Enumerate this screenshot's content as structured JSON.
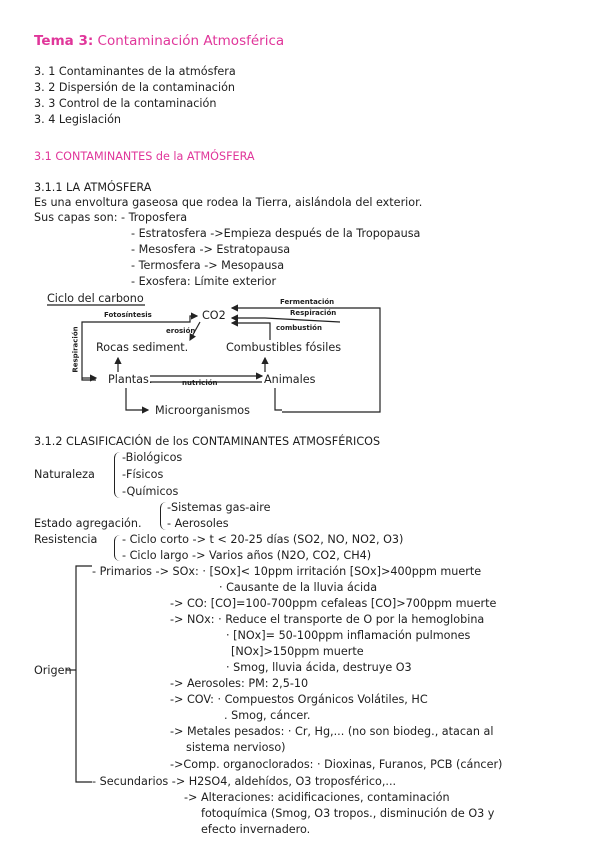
{
  "header": {
    "prefix": "Tema 3:",
    "title": "Contaminación Atmosférica"
  },
  "index": [
    "3. 1 Contaminantes de la atmósfera",
    "3. 2 Dispersión de la contaminación",
    "3. 3 Control de la contaminación",
    "3. 4 Legislación"
  ],
  "section1": {
    "heading": "3.1 CONTAMINANTES de la ATMÓSFERA",
    "sub": "3.1.1 LA ATMÓSFERA",
    "intro": "Es una envoltura gaseosa que rodea la Tierra, aislándola del exterior.",
    "layers_label": "Sus capas son: - Troposfera",
    "layers": [
      "- Estratosfera ->Empieza después de la Tropopausa",
      "- Mesosfera -> Estratopausa",
      "- Termosfera -> Mesopausa",
      "- Exosfera: Límite exterior"
    ]
  },
  "carbon_cycle": {
    "title": "Ciclo del carbono",
    "co2": "CO2",
    "rocks": "Rocas sediment.",
    "fuels": "Combustibles fósiles",
    "plants": "Plantas.",
    "animals": "Animales",
    "micro": "Microorganismos",
    "fotosintesis": "Fotosíntesis",
    "respiracion_left": "Respiración",
    "erosion": "erosión",
    "combustion": "combustión",
    "fermentacion": "Fermentación",
    "respiracion_right": "Respiración",
    "nutricion": "nutrición"
  },
  "section2": {
    "heading": "3.1.2 CLASIFICACIÓN de los CONTAMINANTES ATMOSFÉRICOS",
    "naturaleza": {
      "label": "Naturaleza",
      "items": [
        "-Biológicos",
        "-Físicos",
        "-Químicos"
      ]
    },
    "estado": {
      "label": "Estado agregación.",
      "items": [
        "-Sistemas gas-aire",
        "- Aerosoles"
      ]
    },
    "resistencia": {
      "label": "Resistencia",
      "items": [
        "- Ciclo corto -> t < 20-25 días (SO2, NO, NO2, O3)",
        "- Ciclo largo -> Varios años (N2O, CO2, CH4)"
      ]
    },
    "origen": {
      "label": "Origen",
      "lines": [
        "- Primarios -> SOx: · [SOx]< 10ppm irritación [SOx]>400ppm muerte",
        "· Causante de la lluvia ácida",
        "-> CO: [CO]=100-700ppm cefaleas [CO]>700ppm muerte",
        "-> NOx: · Reduce el transporte de O por la hemoglobina",
        "· [NOx]= 50-100ppm inflamación pulmones",
        "[NOx]>150ppm muerte",
        "· Smog, lluvia ácida, destruye O3",
        "-> Aerosoles: PM: 2,5-10",
        "-> COV: · Compuestos Orgánicos Volátiles, HC",
        ". Smog, cáncer.",
        "-> Metales pesados: · Cr, Hg,... (no son biodeg., atacan al",
        "sistema nervioso)",
        "->Comp. organoclorados: · Dioxinas, Furanos, PCB (cáncer)",
        "- Secundarios -> H2SO4, aldehídos, O3 troposférico,...",
        "-> Alteraciones: acidificaciones, contaminación",
        "fotoquímica (Smog, O3 tropos., disminución de O3 y",
        "efecto invernadero."
      ]
    }
  }
}
